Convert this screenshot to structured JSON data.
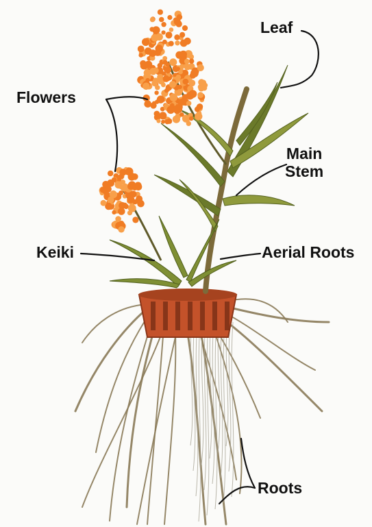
{
  "labels": {
    "leaf": "Leaf",
    "flowers": "Flowers",
    "main_stem_line1": "Main",
    "main_stem_line2": "Stem",
    "keiki": "Keiki",
    "aerial_roots": "Aerial Roots",
    "roots": "Roots"
  },
  "colors": {
    "background": "#fbfbf9",
    "flower": "#f07c24",
    "flower_light": "#f8a04a",
    "leaf": "#8f9a3c",
    "leaf_dark": "#6b7a2a",
    "stem": "#7c6a3a",
    "pot": "#c4522a",
    "root": "#8a7a58",
    "leader_line": "#111111"
  }
}
